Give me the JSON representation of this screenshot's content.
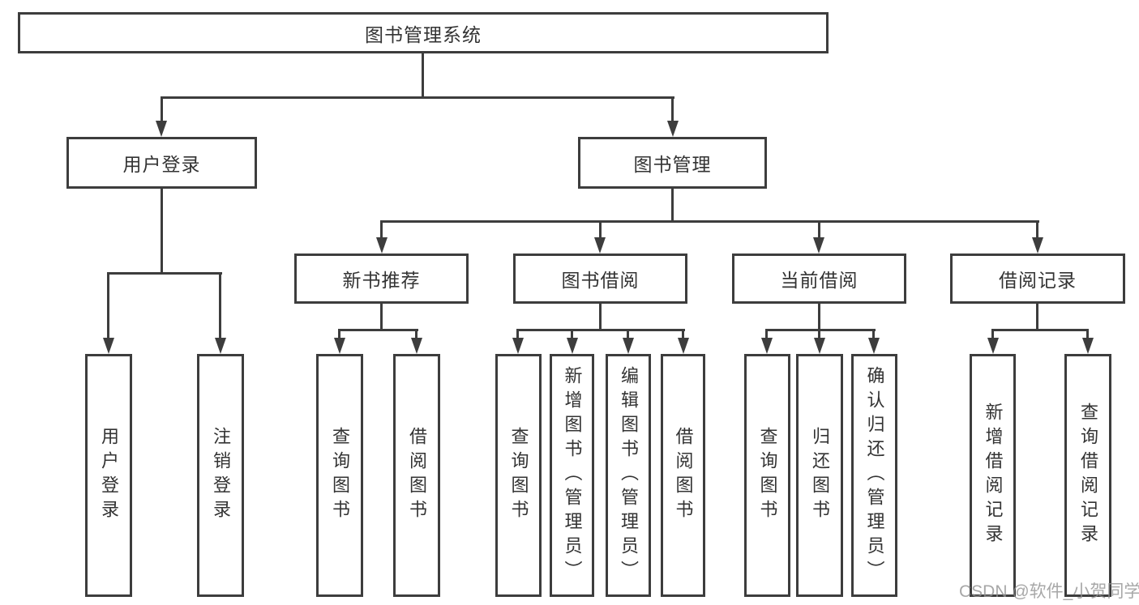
{
  "colors": {
    "line": "#3d3d3d",
    "box_border": "#3d3d3d",
    "text": "#333333",
    "background": "#ffffff",
    "watermark": "#919191"
  },
  "watermark": {
    "text": "CSDN @软件_小贺同学"
  },
  "tree": {
    "root": {
      "label": "图书管理系统",
      "children": [
        {
          "label": "用户登录",
          "children": [
            {
              "label": "用户登录"
            },
            {
              "label": "注销登录"
            }
          ]
        },
        {
          "label": "图书管理",
          "children": [
            {
              "label": "新书推荐",
              "children": [
                {
                  "label": "查询图书"
                },
                {
                  "label": "借阅图书"
                }
              ]
            },
            {
              "label": "图书借阅",
              "children": [
                {
                  "label": "查询图书"
                },
                {
                  "label": "新增图书（管理员）"
                },
                {
                  "label": "编辑图书（管理员）"
                },
                {
                  "label": "借阅图书"
                }
              ]
            },
            {
              "label": "当前借阅",
              "children": [
                {
                  "label": "查询图书"
                },
                {
                  "label": "归还图书"
                },
                {
                  "label": "确认归还（管理员）"
                }
              ]
            },
            {
              "label": "借阅记录",
              "children": [
                {
                  "label": "新增借阅记录"
                },
                {
                  "label": "查询借阅记录"
                }
              ]
            }
          ]
        }
      ]
    }
  }
}
